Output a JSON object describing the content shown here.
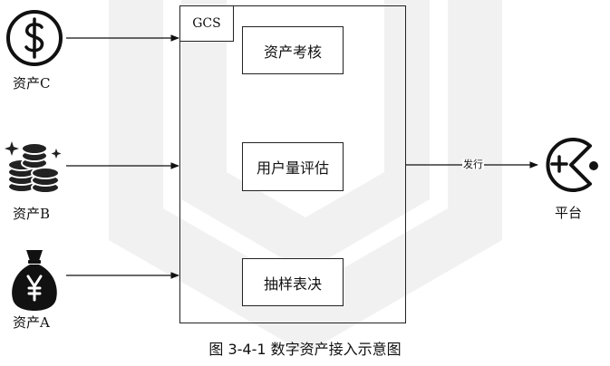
{
  "diagram": {
    "gcs_label": "GCS",
    "steps": [
      {
        "label": "资产考核"
      },
      {
        "label": "用户量评估"
      },
      {
        "label": "抽样表决"
      }
    ],
    "sources": [
      {
        "label": "资产C",
        "icon": "dollar-coin-icon"
      },
      {
        "label": "资产B",
        "icon": "coin-stack-icon"
      },
      {
        "label": "资产A",
        "icon": "yen-moneybag-icon"
      }
    ],
    "edge_label": "发行",
    "target": {
      "label": "平台",
      "icon": "gamepad-pacman-icon"
    }
  },
  "caption": "图 3-4-1 数字资产接入示意图"
}
